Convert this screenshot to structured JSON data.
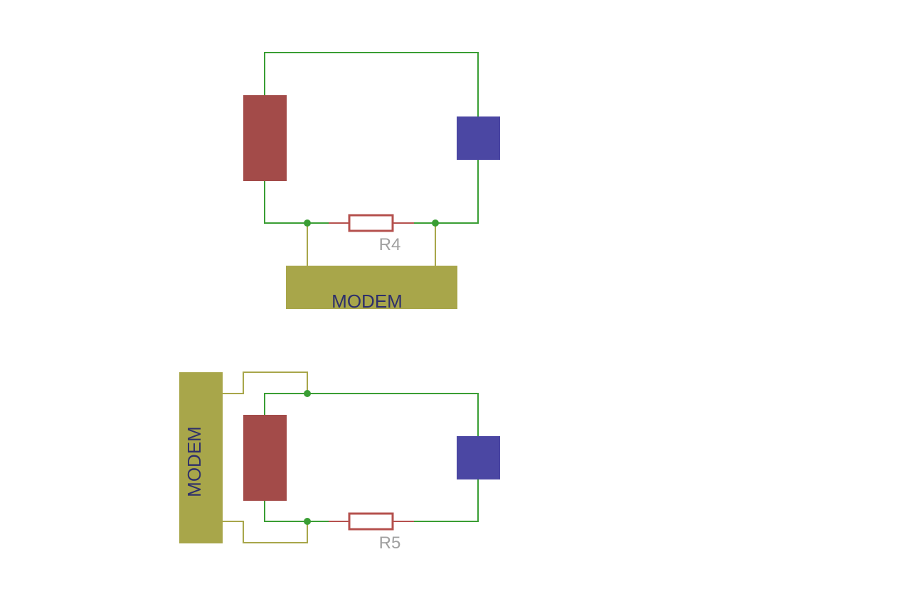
{
  "colors": {
    "background": "#ffffff",
    "wire_main": "#3a9e34",
    "wire_modem": "#a8a64a",
    "junction": "#3a9e34",
    "source_block": "#a34b49",
    "load_block": "#4b47a3",
    "modem_block": "#a8a64a",
    "modem_text": "#2e2f6b",
    "resistor_outline": "#b5514e",
    "resistor_label": "#a0a0a0"
  },
  "circuit_top": {
    "modem_label": "MODEM",
    "resistor_label": "R4"
  },
  "circuit_bottom": {
    "modem_label": "MODEM",
    "resistor_label": "R5"
  }
}
